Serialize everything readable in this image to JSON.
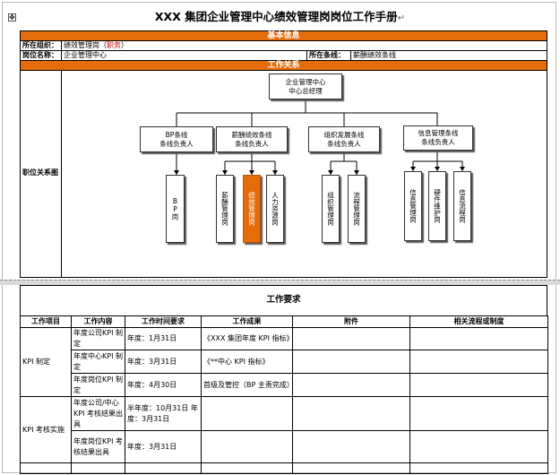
{
  "doc": {
    "title": "XXX 集团企业管理中心绩效管理岗岗位工作手册",
    "para_mark": "↵",
    "move_handle": "✥"
  },
  "basic_info": {
    "bar_label": "基本信息",
    "org_label": "所在组织：",
    "org_value": "绩效管理岗（",
    "org_value_red": "职务",
    "org_value_end": "）",
    "position_label": "岗位名称：",
    "position_value": "企业管理中心",
    "line_label": "所在条线：",
    "line_value": "薪酬绩效条线"
  },
  "relations": {
    "bar_label": "工作关系",
    "row_label": "职位关系图",
    "top_box": [
      "企业管理中心",
      "中心总经理"
    ],
    "mid_boxes": [
      [
        "BP条线",
        "条线负责人"
      ],
      [
        "薪酬绩效条线",
        "条线负责人"
      ],
      [
        "组织发展条线",
        "条线负责人"
      ],
      [
        "信息管理条线",
        "条线负责人"
      ]
    ],
    "leaf_boxes": {
      "bp": "BP岗",
      "salary": "薪酬管理岗",
      "performance": "绩效管理岗",
      "hr_resource": "人力资源岗",
      "org": "组织管理岗",
      "process": "流程管理岗",
      "info": "信息管理岗",
      "hardware": "硬件维护岗",
      "info_flow": "信息流程岗"
    },
    "highlight_color": "#e46c0a"
  },
  "requirements": {
    "title": "工作要求",
    "headers": [
      "工作项目",
      "工作内容",
      "工作时间要求",
      "工作成果",
      "附件",
      "相关流程或制度"
    ],
    "rows": [
      {
        "item": "KPI 制定",
        "content": "年度公司KPI 制定",
        "time": "年度：1月31日",
        "result": "《XXX 集团年度 KPI 指标》",
        "attach": "",
        "process": ""
      },
      {
        "content": "年度中心KPI 制定",
        "time": "年度：3月31日",
        "result": "《**中心 KPI 指标》",
        "attach": "",
        "process": ""
      },
      {
        "content": "年度岗位KPI 制定",
        "time": "年度：4月30日",
        "result": "首级及管控（BP 主责完成）",
        "attach": "",
        "process": ""
      },
      {
        "item": "KPI 考核实施",
        "content": "年度公司/中心 KPI 考核结果出具",
        "time": "半年度：10月31日 年度：3月31日",
        "result": "",
        "attach": "",
        "process": ""
      },
      {
        "content": "年度岗位KPI 考核结果出具",
        "time": "年度：3月31日",
        "result": "",
        "attach": "",
        "process": ""
      },
      {
        "content": "",
        "time": "",
        "result": "",
        "attach": "",
        "process": ""
      }
    ]
  }
}
